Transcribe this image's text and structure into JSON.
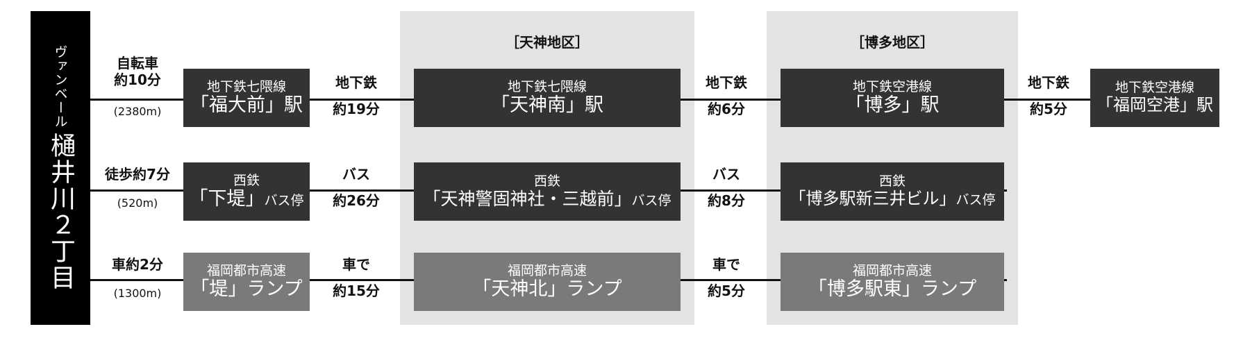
{
  "start": {
    "small": "ヴァンベール",
    "big": "樋井川２丁目"
  },
  "zones": {
    "tenjin": "［天神地区］",
    "hakata": "［博多地区］"
  },
  "rows": [
    {
      "access": {
        "line1": "自転車",
        "line2": "約10分",
        "distance": "(2380m)"
      },
      "box1": {
        "line1": "地下鉄七隈線",
        "name": "「福大前」駅",
        "suffix": ""
      },
      "transfer1": {
        "mode": "地下鉄",
        "time": "約19分"
      },
      "box2": {
        "line1": "地下鉄七隈線",
        "name": "「天神南」駅",
        "suffix": ""
      },
      "transfer2": {
        "mode": "地下鉄",
        "time": "約6分"
      },
      "box3": {
        "line1": "地下鉄空港線",
        "name": "「博多」駅",
        "suffix": ""
      },
      "transfer3": {
        "mode": "地下鉄",
        "time": "約5分"
      },
      "box4": {
        "line1": "地下鉄空港線",
        "name": "「福岡空港」駅",
        "suffix": ""
      }
    },
    {
      "access": {
        "line1": "徒歩約7分",
        "distance": "(520m)"
      },
      "box1": {
        "line1": "西鉄",
        "name": "「下堤」",
        "suffix": "バス停"
      },
      "transfer1": {
        "mode": "バス",
        "time": "約26分"
      },
      "box2": {
        "line1": "西鉄",
        "name": "「天神警固神社・三越前」",
        "suffix": "バス停"
      },
      "transfer2": {
        "mode": "バス",
        "time": "約8分"
      },
      "box3": {
        "line1": "西鉄",
        "name": "「博多駅新三井ビル」",
        "suffix": "バス停"
      }
    },
    {
      "access": {
        "line1": "車約2分",
        "distance": "(1300m)"
      },
      "box1": {
        "line1": "福岡都市高速",
        "name": "「堤」ランプ",
        "suffix": ""
      },
      "transfer1": {
        "mode": "車で",
        "time": "約15分"
      },
      "box2": {
        "line1": "福岡都市高速",
        "name": "「天神北」ランプ",
        "suffix": ""
      },
      "transfer2": {
        "mode": "車で",
        "time": "約5分"
      },
      "box3": {
        "line1": "福岡都市高速",
        "name": "「博多駅東」ランプ",
        "suffix": ""
      }
    }
  ]
}
